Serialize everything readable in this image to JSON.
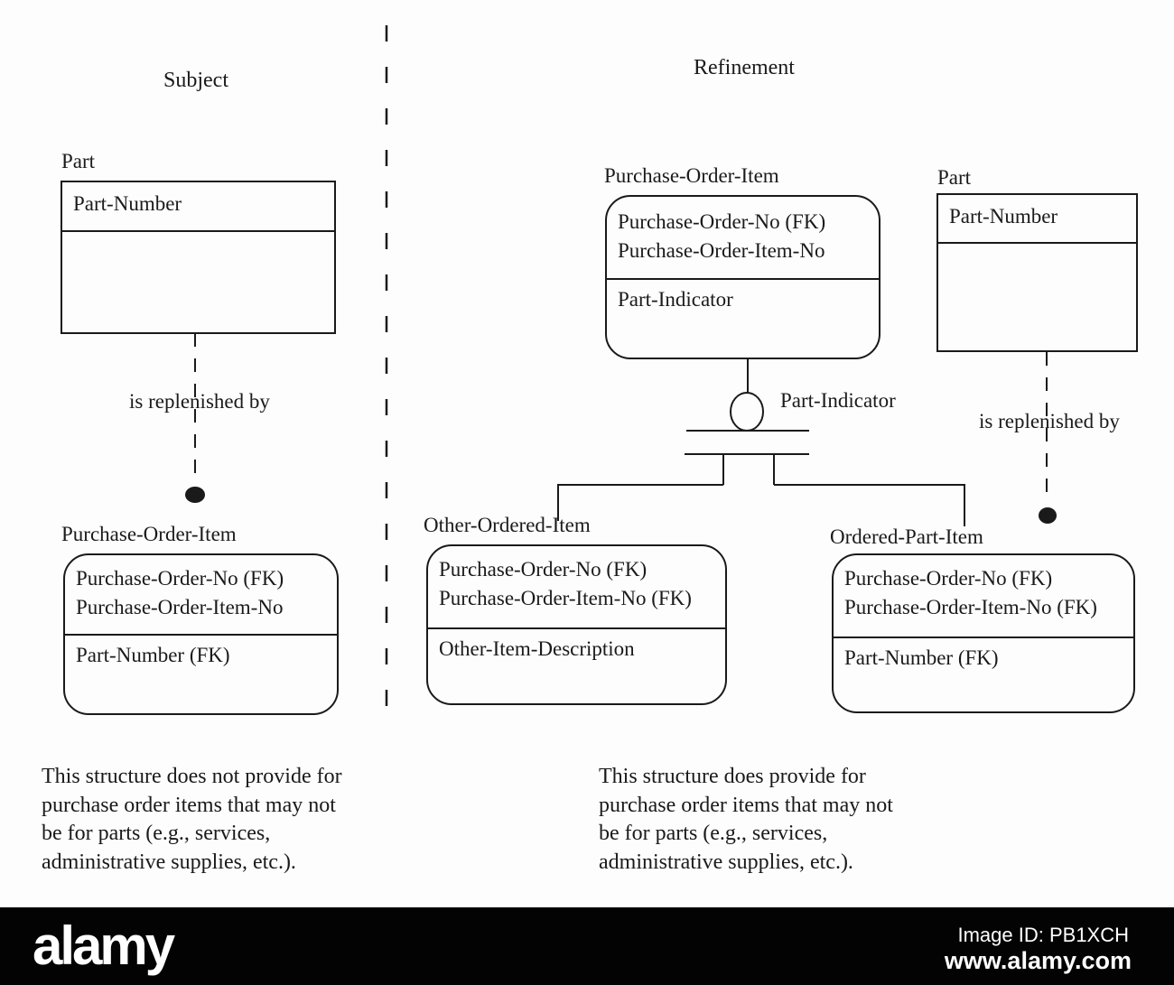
{
  "titles": {
    "left": "Subject",
    "right": "Refinement"
  },
  "subject": {
    "part": {
      "name": "Part",
      "keys": [
        "Part-Number"
      ],
      "attrs": []
    },
    "relationship": "is replenished by",
    "poi": {
      "name": "Purchase-Order-Item",
      "keys": [
        "Purchase-Order-No (FK)",
        "Purchase-Order-Item-No"
      ],
      "attrs": [
        "Part-Number (FK)"
      ]
    },
    "note_lines": [
      "This structure does not provide for",
      "purchase order items that may not",
      "be for parts (e.g., services,",
      "administrative supplies, etc.)."
    ]
  },
  "refinement": {
    "poi": {
      "name": "Purchase-Order-Item",
      "keys": [
        "Purchase-Order-No (FK)",
        "Purchase-Order-Item-No"
      ],
      "attrs": [
        "Part-Indicator"
      ]
    },
    "part": {
      "name": "Part",
      "keys": [
        "Part-Number"
      ],
      "attrs": []
    },
    "discriminator": "Part-Indicator",
    "relationship": "is replenished by",
    "other_item": {
      "name": "Other-Ordered-Item",
      "keys": [
        "Purchase-Order-No (FK)",
        "Purchase-Order-Item-No (FK)"
      ],
      "attrs": [
        "Other-Item-Description"
      ]
    },
    "ordered_item": {
      "name": "Ordered-Part-Item",
      "keys": [
        "Purchase-Order-No (FK)",
        "Purchase-Order-Item-No (FK)"
      ],
      "attrs": [
        "Part-Number (FK)"
      ]
    },
    "note_lines": [
      "This structure does provide for",
      "purchase order items that may not",
      "be for parts (e.g., services,",
      "administrative supplies, etc.)."
    ]
  },
  "footer": {
    "logo": "alamy",
    "image_id": "Image ID: PB1XCH",
    "url": "www.alamy.com"
  }
}
